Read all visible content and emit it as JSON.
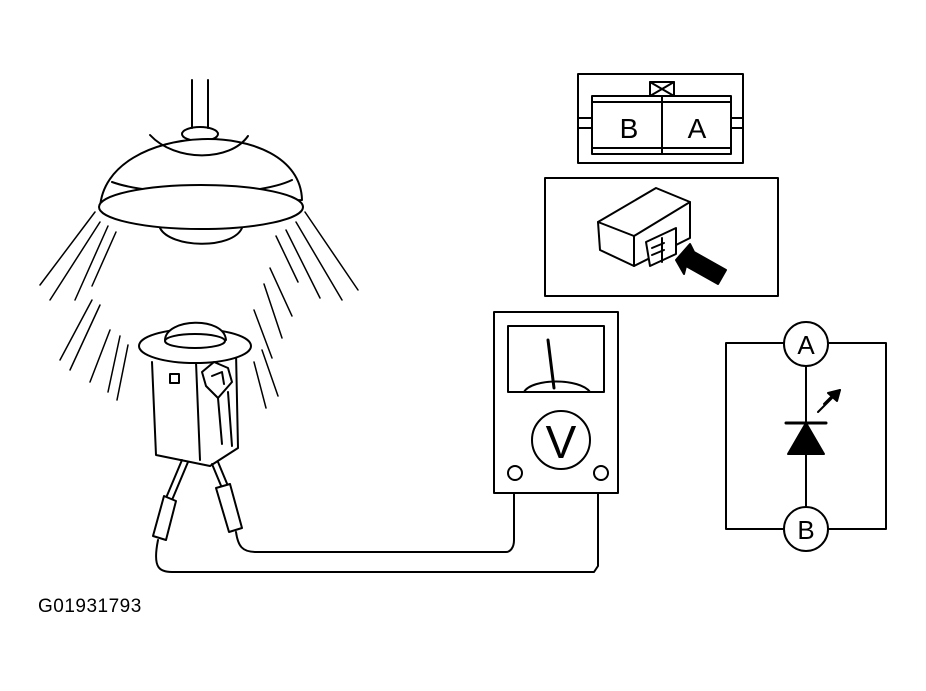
{
  "connector": {
    "pin_b": "B",
    "pin_a": "A"
  },
  "meter": {
    "symbol": "V"
  },
  "schematic": {
    "terminal_a": "A",
    "terminal_b": "B"
  },
  "figure_id": "G01931793",
  "colors": {
    "ink": "#000000",
    "paper": "#ffffff"
  }
}
